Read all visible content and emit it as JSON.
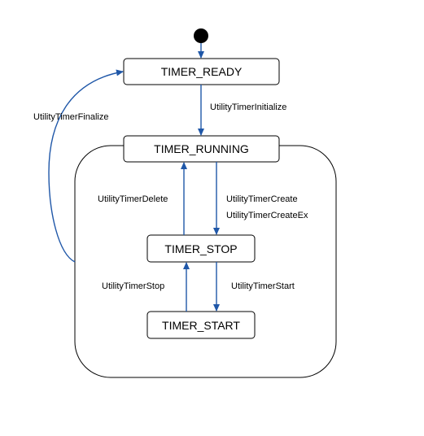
{
  "colors": {
    "arrow": "#1f57a8",
    "stroke": "#000000",
    "fill": "#ffffff"
  },
  "states": {
    "ready": "TIMER_READY",
    "running": "TIMER_RUNNING",
    "stop": "TIMER_STOP",
    "start": "TIMER_START"
  },
  "transitions": {
    "initialize": "UtilityTimerInitialize",
    "finalize": "UtilityTimerFinalize",
    "delete": "UtilityTimerDelete",
    "create": "UtilityTimerCreate",
    "create_ex": "UtilityTimerCreateEx",
    "stop": "UtilityTimerStop",
    "start": "UtilityTimerStart"
  }
}
